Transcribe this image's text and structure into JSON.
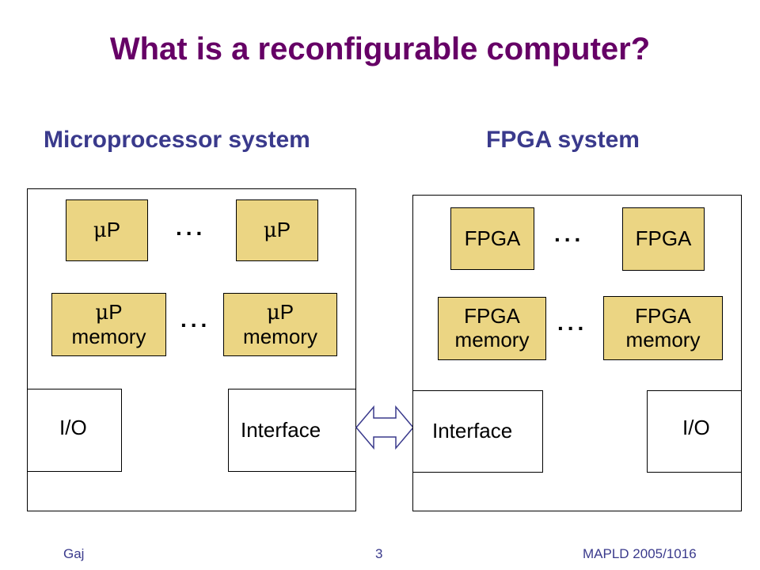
{
  "title": "What is a reconfigurable computer?",
  "left": {
    "heading": "Microprocessor system",
    "cpu_prefix": "μ",
    "cpu_letter": "P",
    "memory_word": "memory",
    "dots": "...",
    "io": "I/O",
    "interface": "Interface"
  },
  "right": {
    "heading": "FPGA system",
    "fpga": "FPGA",
    "memory_word": "memory",
    "dots": "...",
    "io": "I/O",
    "interface": "Interface"
  },
  "footer": {
    "author": "Gaj",
    "page": "3",
    "event": "MAPLD 2005/1016"
  },
  "colors": {
    "title": "#660066",
    "heading": "#3a3a8c",
    "component_fill": "#ebd583"
  }
}
